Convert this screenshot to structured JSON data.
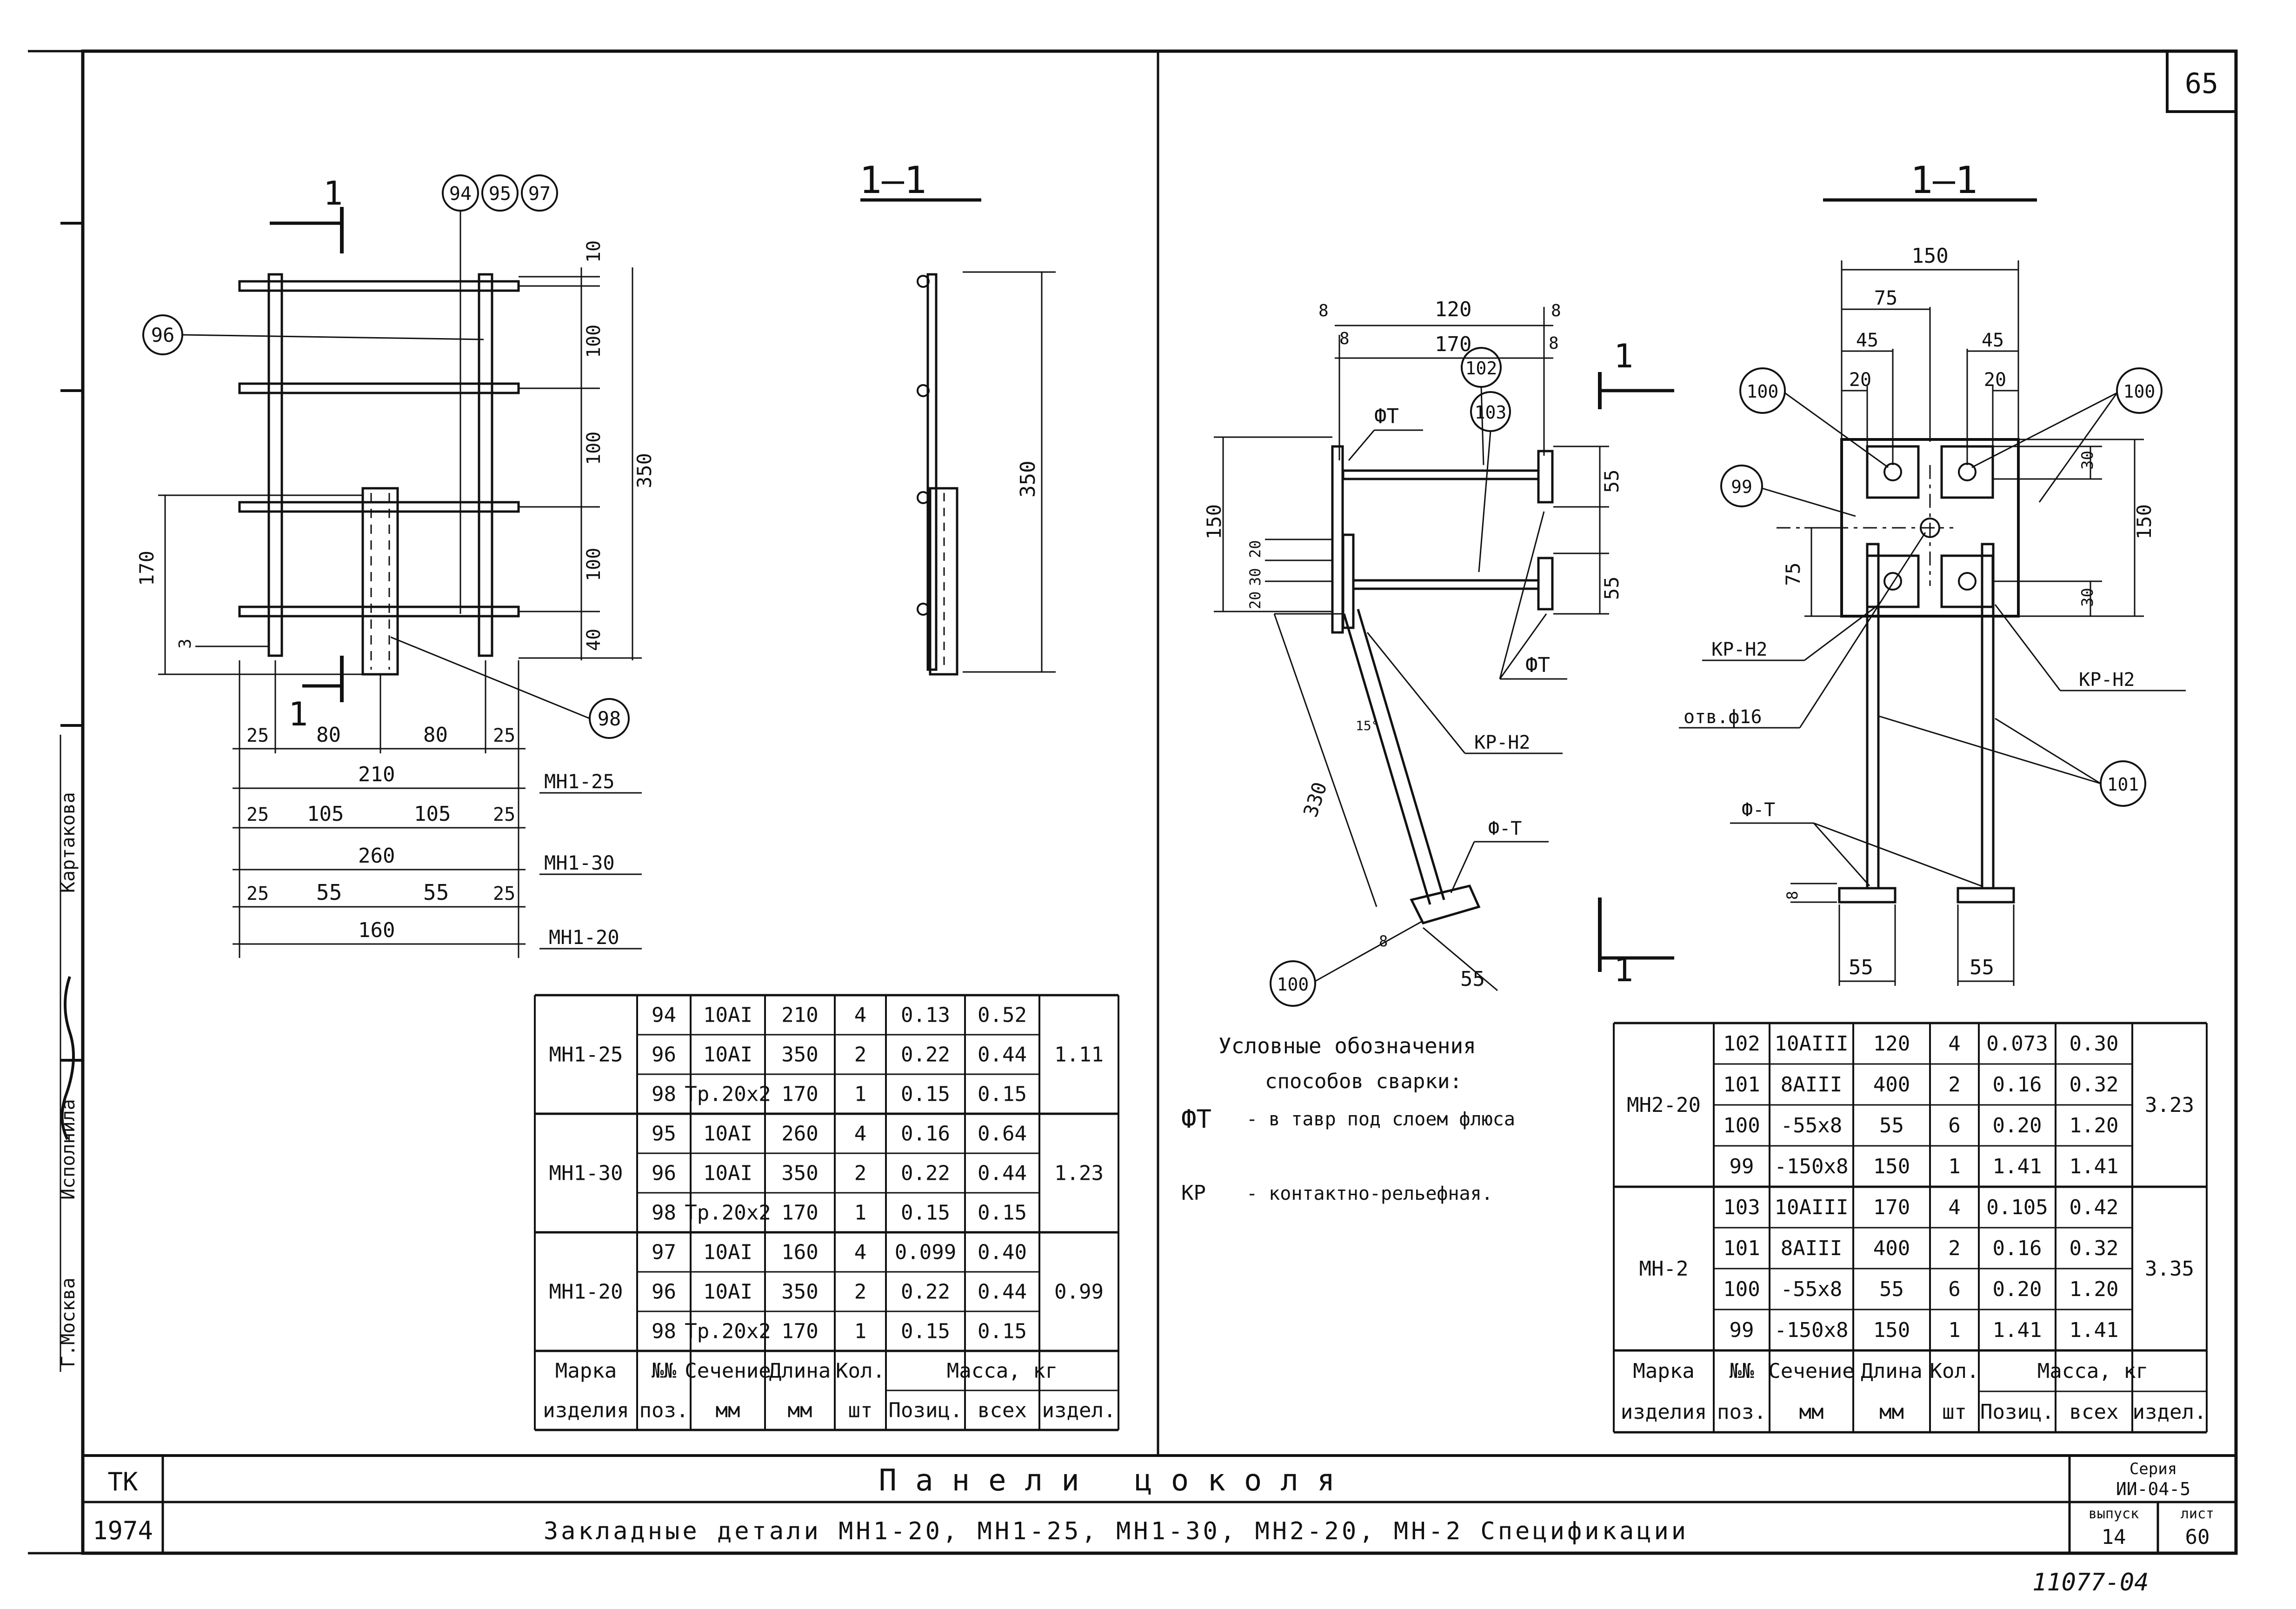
{
  "sheet": {
    "page_number": "65",
    "org": "ТК",
    "year": "1974",
    "title": "Панели цоколя",
    "subtitle": "Закладные детали МН1-20, МН1-25, МН1-30, МН2-20, МН-2 Спецификации",
    "series_label": "Серия",
    "series_value": "ИИ-04-5",
    "issue_label": "выпуск",
    "issue_value": "14",
    "sheet_label": "лист",
    "sheet_value": "60",
    "stamp": "11077-04",
    "side_labels": [
      "Картакова",
      "Исполнила",
      "Г.Москва"
    ]
  },
  "left_drawing": {
    "section_label": "1—1",
    "cut_mark": "1",
    "callouts": [
      "94",
      "95",
      "97",
      "96",
      "98"
    ],
    "dims_vertical": [
      "10",
      "100",
      "100",
      "100",
      "40",
      "350",
      "170",
      "3"
    ],
    "dims_horizontal": [
      "25",
      "80",
      "80",
      "25"
    ],
    "side_dim": "350",
    "variants": [
      {
        "parts": [
          "25",
          "80",
          "80",
          "25"
        ],
        "total": "210",
        "mark": "МН1-25"
      },
      {
        "parts": [
          "25",
          "105",
          "105",
          "25"
        ],
        "total": "260",
        "mark": "МН1-30"
      },
      {
        "parts": [
          "25",
          "55",
          "55",
          "25"
        ],
        "total": "160",
        "mark": "МН1-20"
      }
    ]
  },
  "right_drawing": {
    "section_label": "1—1",
    "cut_mark": "1",
    "callouts": [
      "102",
      "103",
      "100",
      "99",
      "100",
      "100",
      "101"
    ],
    "dims": [
      "8",
      "120",
      "8",
      "8",
      "170",
      "8",
      "55",
      "55",
      "150",
      "20",
      "30",
      "20",
      "330",
      "15°",
      "8",
      "55",
      "150",
      "75",
      "45",
      "45",
      "20",
      "20",
      "30",
      "150",
      "75",
      "30",
      "8",
      "55",
      "55"
    ],
    "weld_labels": [
      "ФТ",
      "ФТ",
      "КР-Н2",
      "Ф-Т",
      "КР-Н2",
      "КР-Н2",
      "отв.ф16",
      "Ф-Т"
    ]
  },
  "legend": {
    "title": "Условные обозначения",
    "subtitle": "способов сварки:",
    "items": [
      {
        "code": "ФТ",
        "text": "- в тавр под слоем флюса"
      },
      {
        "code": "КР",
        "text": "- контактно-рельефная."
      }
    ]
  },
  "spec_left": {
    "headers": [
      "Марка изделия",
      "№№ поз.",
      "Сечение мм",
      "Длина мм",
      "Кол. шт",
      "Масса, кг",
      "Позиц.",
      "всех",
      "издел."
    ],
    "groups": [
      {
        "mark": "МН1-25",
        "total": "1.11",
        "rows": [
          [
            "94",
            "10АI",
            "210",
            "4",
            "0.13",
            "0.52"
          ],
          [
            "96",
            "10АI",
            "350",
            "2",
            "0.22",
            "0.44"
          ],
          [
            "98",
            "Тр.20х2",
            "170",
            "1",
            "0.15",
            "0.15"
          ]
        ]
      },
      {
        "mark": "МН1-30",
        "total": "1.23",
        "rows": [
          [
            "95",
            "10АI",
            "260",
            "4",
            "0.16",
            "0.64"
          ],
          [
            "96",
            "10АI",
            "350",
            "2",
            "0.22",
            "0.44"
          ],
          [
            "98",
            "Тр.20х2",
            "170",
            "1",
            "0.15",
            "0.15"
          ]
        ]
      },
      {
        "mark": "МН1-20",
        "total": "0.99",
        "rows": [
          [
            "97",
            "10АI",
            "160",
            "4",
            "0.099",
            "0.40"
          ],
          [
            "96",
            "10АI",
            "350",
            "2",
            "0.22",
            "0.44"
          ],
          [
            "98",
            "Тр.20х2",
            "170",
            "1",
            "0.15",
            "0.15"
          ]
        ]
      }
    ]
  },
  "spec_right": {
    "headers": [
      "Марка изделия",
      "№№ поз.",
      "Сечение мм",
      "Длина мм",
      "Кол. шт",
      "Масса, кг",
      "Позиц.",
      "всех",
      "издел."
    ],
    "groups": [
      {
        "mark": "МН2-20",
        "total": "3.23",
        "rows": [
          [
            "102",
            "10АIII",
            "120",
            "4",
            "0.073",
            "0.30"
          ],
          [
            "101",
            "8АIII",
            "400",
            "2",
            "0.16",
            "0.32"
          ],
          [
            "100",
            "-55х8",
            "55",
            "6",
            "0.20",
            "1.20"
          ],
          [
            "99",
            "-150х8",
            "150",
            "1",
            "1.41",
            "1.41"
          ]
        ]
      },
      {
        "mark": "МН-2",
        "total": "3.35",
        "rows": [
          [
            "103",
            "10АIII",
            "170",
            "4",
            "0.105",
            "0.42"
          ],
          [
            "101",
            "8АIII",
            "400",
            "2",
            "0.16",
            "0.32"
          ],
          [
            "100",
            "-55х8",
            "55",
            "6",
            "0.20",
            "1.20"
          ],
          [
            "99",
            "-150х8",
            "150",
            "1",
            "1.41",
            "1.41"
          ]
        ]
      }
    ]
  }
}
